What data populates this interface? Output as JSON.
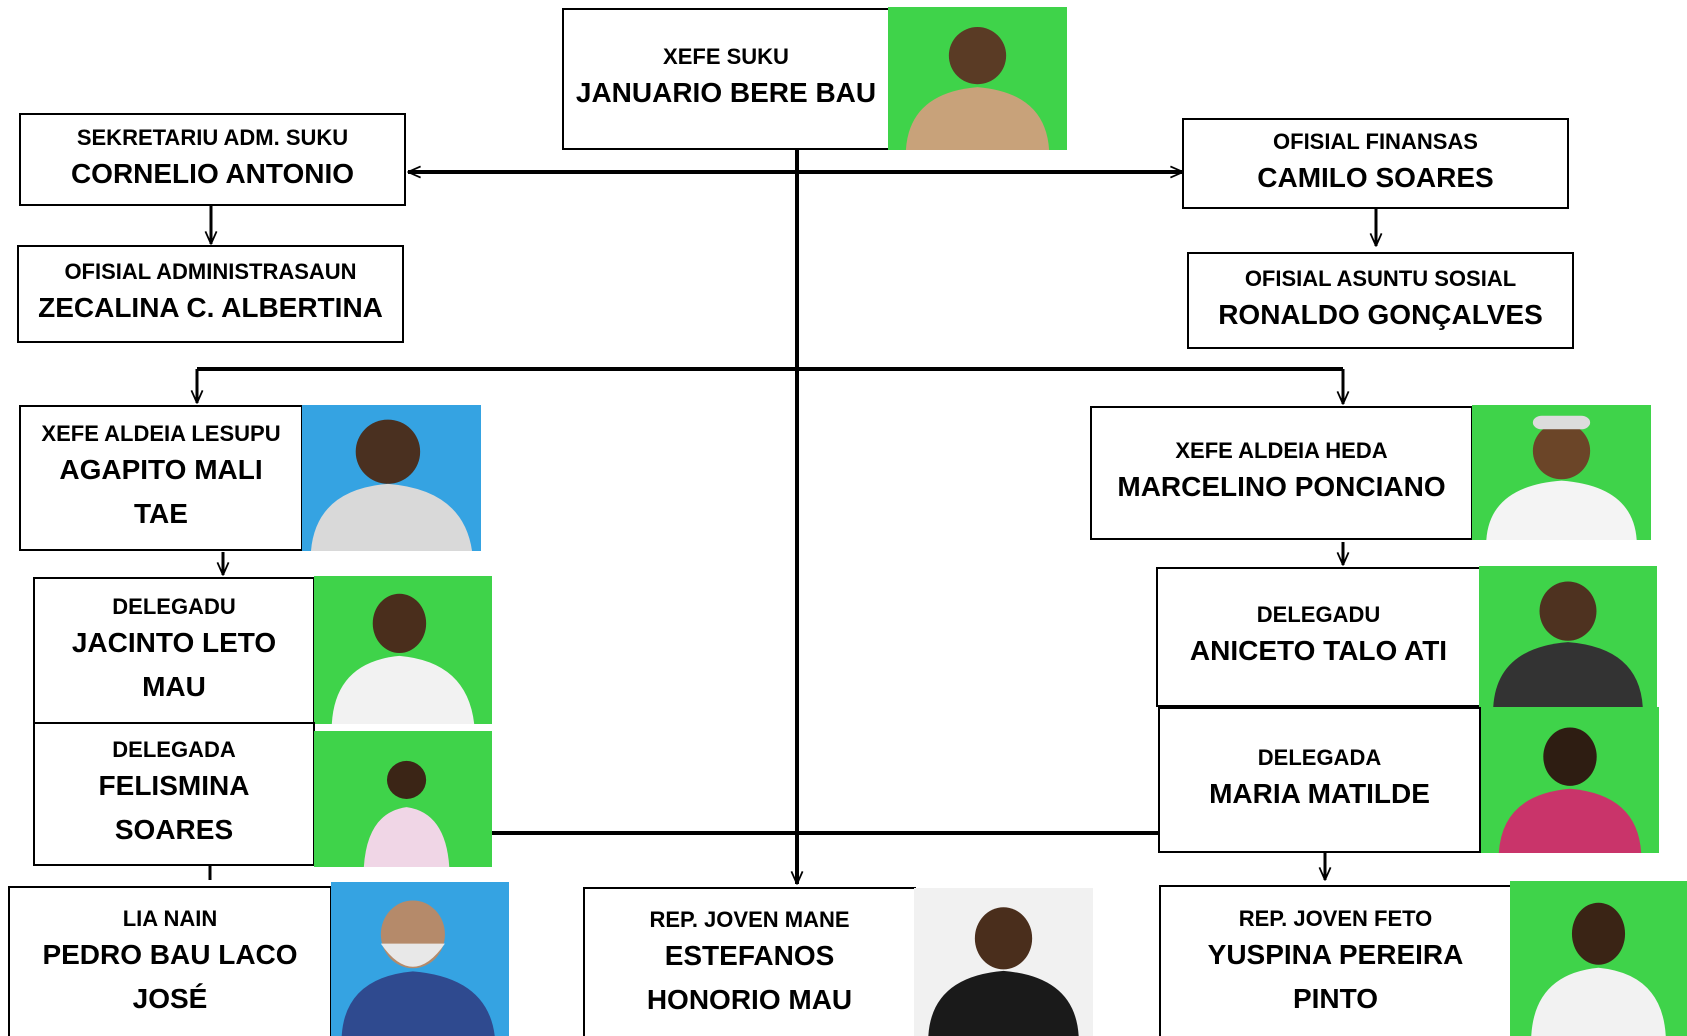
{
  "boxes": {
    "xefe_suku": {
      "role": "XEFE SUKU",
      "name": "JANUARIO BERE BAU"
    },
    "sekretariu": {
      "role": "SEKRETARIU ADM. SUKU",
      "name": "CORNELIO ANTONIO"
    },
    "ofisial_finansas": {
      "role": "OFISIAL FINANSAS",
      "name": "CAMILO SOARES"
    },
    "ofisial_admin": {
      "role": "OFISIAL ADMINISTRASAUN",
      "name": "ZECALINA C. ALBERTINA"
    },
    "ofisial_sosial": {
      "role": "OFISIAL ASUNTU SOSIAL",
      "name": "RONALDO GONÇALVES"
    },
    "xefe_lesupu": {
      "role": "XEFE ALDEIA LESUPU",
      "name_1": "AGAPITO MALI",
      "name_2": "TAE"
    },
    "xefe_heda": {
      "role": "XEFE ALDEIA HEDA",
      "name": "MARCELINO PONCIANO"
    },
    "delegadu_left": {
      "role": "DELEGADU",
      "name_1": "JACINTO LETO",
      "name_2": "MAU"
    },
    "delegadu_right": {
      "role": "DELEGADU",
      "name": "ANICETO TALO ATI"
    },
    "delegada_left": {
      "role": "DELEGADA",
      "name_1": "FELISMINA",
      "name_2": "SOARES"
    },
    "delegada_right": {
      "role": "DELEGADA",
      "name": "MARIA MATILDE"
    },
    "lia_nain": {
      "role": "LIA NAIN",
      "name_1": "PEDRO BAU LACO",
      "name_2": "JOSÉ"
    },
    "joven_mane": {
      "role": "REP. JOVEN MANE",
      "name_1": "ESTEFANOS",
      "name_2": "HONORIO MAU"
    },
    "joven_feto": {
      "role": "REP. JOVEN FETO",
      "name_1": "YUSPINA PEREIRA",
      "name_2": "PINTO"
    }
  },
  "colors": {
    "photo_green": "#3fd34a",
    "photo_blue": "#35a3e2",
    "photo_grey": "#f1f1f1",
    "line": "#000000"
  }
}
